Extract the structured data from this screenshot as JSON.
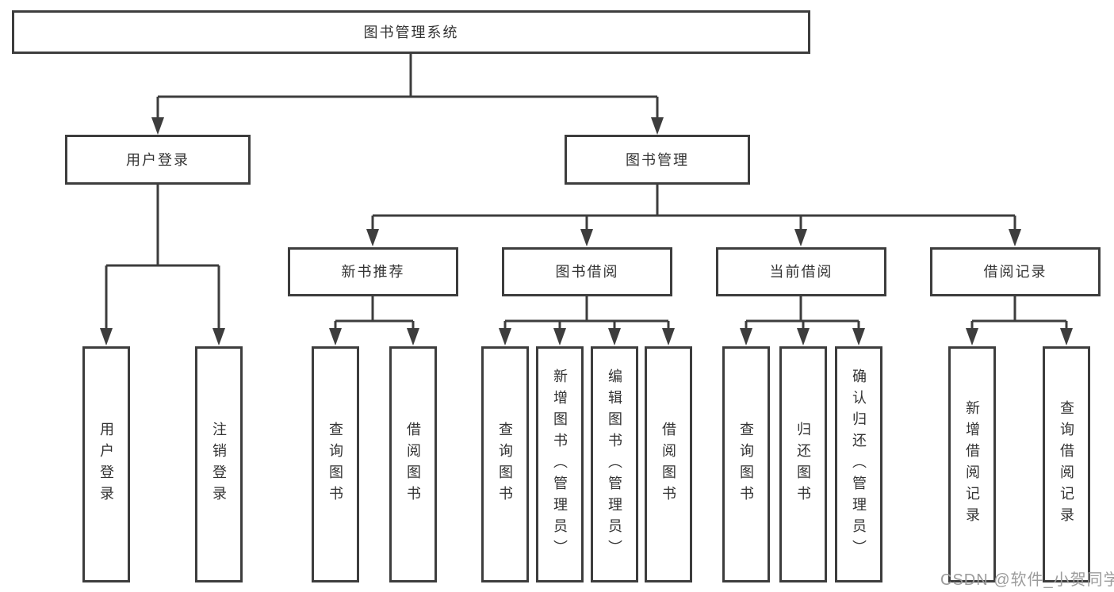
{
  "diagram": {
    "type": "tree",
    "colors": {
      "line": "#3d3d3d",
      "box_border": "#3d3d3d",
      "text": "#333333",
      "background": "#ffffff",
      "watermark_text": "#9c9c9c"
    },
    "tree": {
      "label": "图书管理系统",
      "children": [
        {
          "label": "用户登录",
          "children": [
            {
              "label": "用户登录"
            },
            {
              "label": "注销登录"
            }
          ]
        },
        {
          "label": "图书管理",
          "children": [
            {
              "label": "新书推荐",
              "children": [
                {
                  "label": "查询图书"
                },
                {
                  "label": "借阅图书"
                }
              ]
            },
            {
              "label": "图书借阅",
              "children": [
                {
                  "label": "查询图书"
                },
                {
                  "label": "新增图书（管理员）"
                },
                {
                  "label": "编辑图书（管理员）"
                },
                {
                  "label": "借阅图书"
                }
              ]
            },
            {
              "label": "当前借阅",
              "children": [
                {
                  "label": "查询图书"
                },
                {
                  "label": "归还图书"
                },
                {
                  "label": "确认归还（管理员）"
                }
              ]
            },
            {
              "label": "借阅记录",
              "children": [
                {
                  "label": "新增借阅记录"
                },
                {
                  "label": "查询借阅记录"
                }
              ]
            }
          ]
        }
      ]
    }
  },
  "watermark": {
    "text": "CSDN @软件_小贺同学"
  }
}
